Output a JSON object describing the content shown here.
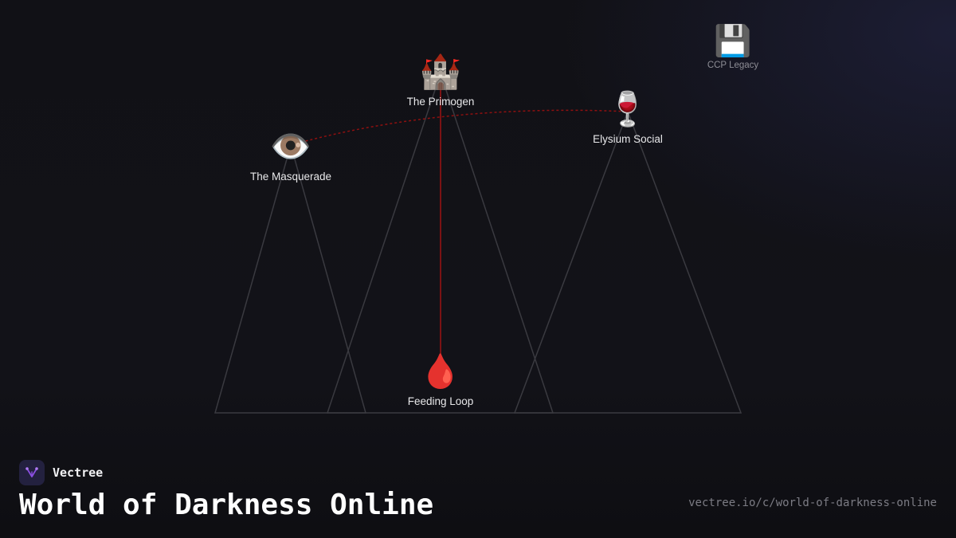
{
  "nodes": {
    "primogen": {
      "icon": "castle-icon",
      "glyph": "🏰",
      "label": "The Primogen"
    },
    "masquerade": {
      "icon": "eye-icon",
      "glyph": "👁️",
      "label": "The Masquerade"
    },
    "elysium": {
      "icon": "wine-glass-icon",
      "glyph": "🍷",
      "label": "Elysium Social"
    },
    "feeding": {
      "icon": "blood-drop-icon",
      "glyph": "🩸",
      "label": "Feeding Loop"
    }
  },
  "badge": {
    "icon": "floppy-disk-icon",
    "glyph": "💾",
    "label": "CCP Legacy"
  },
  "colors": {
    "outline": "#3a3a40",
    "link": "#9e1212",
    "accent": "#7b3fd0"
  },
  "brand": {
    "name": "Vectree",
    "logo_icon": "vectree-logo-icon"
  },
  "title": "World of Darkness Online",
  "url": "vectree.io/c/world-of-darkness-online"
}
